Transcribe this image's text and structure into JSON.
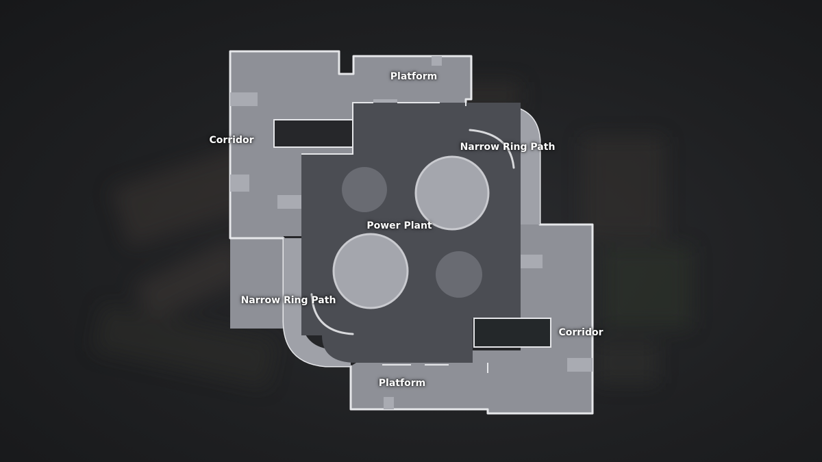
{
  "map": {
    "labels": {
      "platform_top": "Platform",
      "platform_bottom": "Platform",
      "corridor_left": "Corridor",
      "corridor_right": "Corridor",
      "ring_path_top": "Narrow Ring Path",
      "ring_path_bottom": "Narrow Ring Path",
      "power_plant": "Power Plant"
    },
    "colors": {
      "background": "#1d1e20",
      "outer_area": "#8e9097",
      "outer_area_light": "#a7a9b0",
      "inner_area": "#4a4c52",
      "outline": "#e4e5e8",
      "circle_large": "#a2a4ab",
      "circle_small": "#696b72"
    }
  }
}
